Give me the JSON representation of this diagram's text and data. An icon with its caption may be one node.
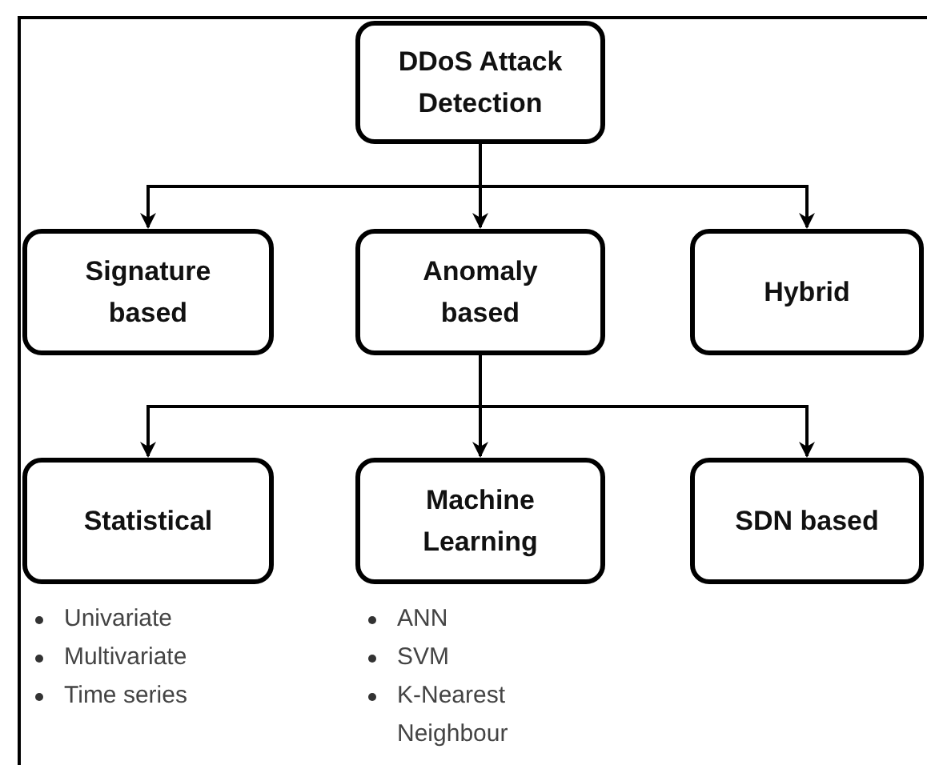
{
  "diagram": {
    "nodes": [
      {
        "text": [
          "DDoS Attack Detection"
        ]
      },
      {
        "text": [
          "Signature based"
        ]
      },
      {
        "text": [
          "Anomaly based"
        ]
      },
      {
        "text": [
          "Hybrid"
        ]
      },
      {
        "text": [
          "Statistical"
        ],
        "beside": [
          "Univariate",
          "Multivariate",
          "Time series"
        ]
      },
      {
        "text": [
          "Machine Learning"
        ],
        "beside": [
          "ANN",
          "SVM",
          "K-Nearest Neighbour"
        ]
      },
      {
        "text": [
          "SDN based"
        ]
      }
    ],
    "edges": [
      {
        "from": 0,
        "to": 1,
        "arrow": "to"
      },
      {
        "from": 0,
        "to": 2,
        "arrow": "to"
      },
      {
        "from": 0,
        "to": 3,
        "arrow": "to"
      },
      {
        "from": 2,
        "to": 4,
        "arrow": "to"
      },
      {
        "from": 2,
        "to": 5,
        "arrow": "to"
      },
      {
        "from": 2,
        "to": 6,
        "arrow": "to"
      }
    ]
  }
}
